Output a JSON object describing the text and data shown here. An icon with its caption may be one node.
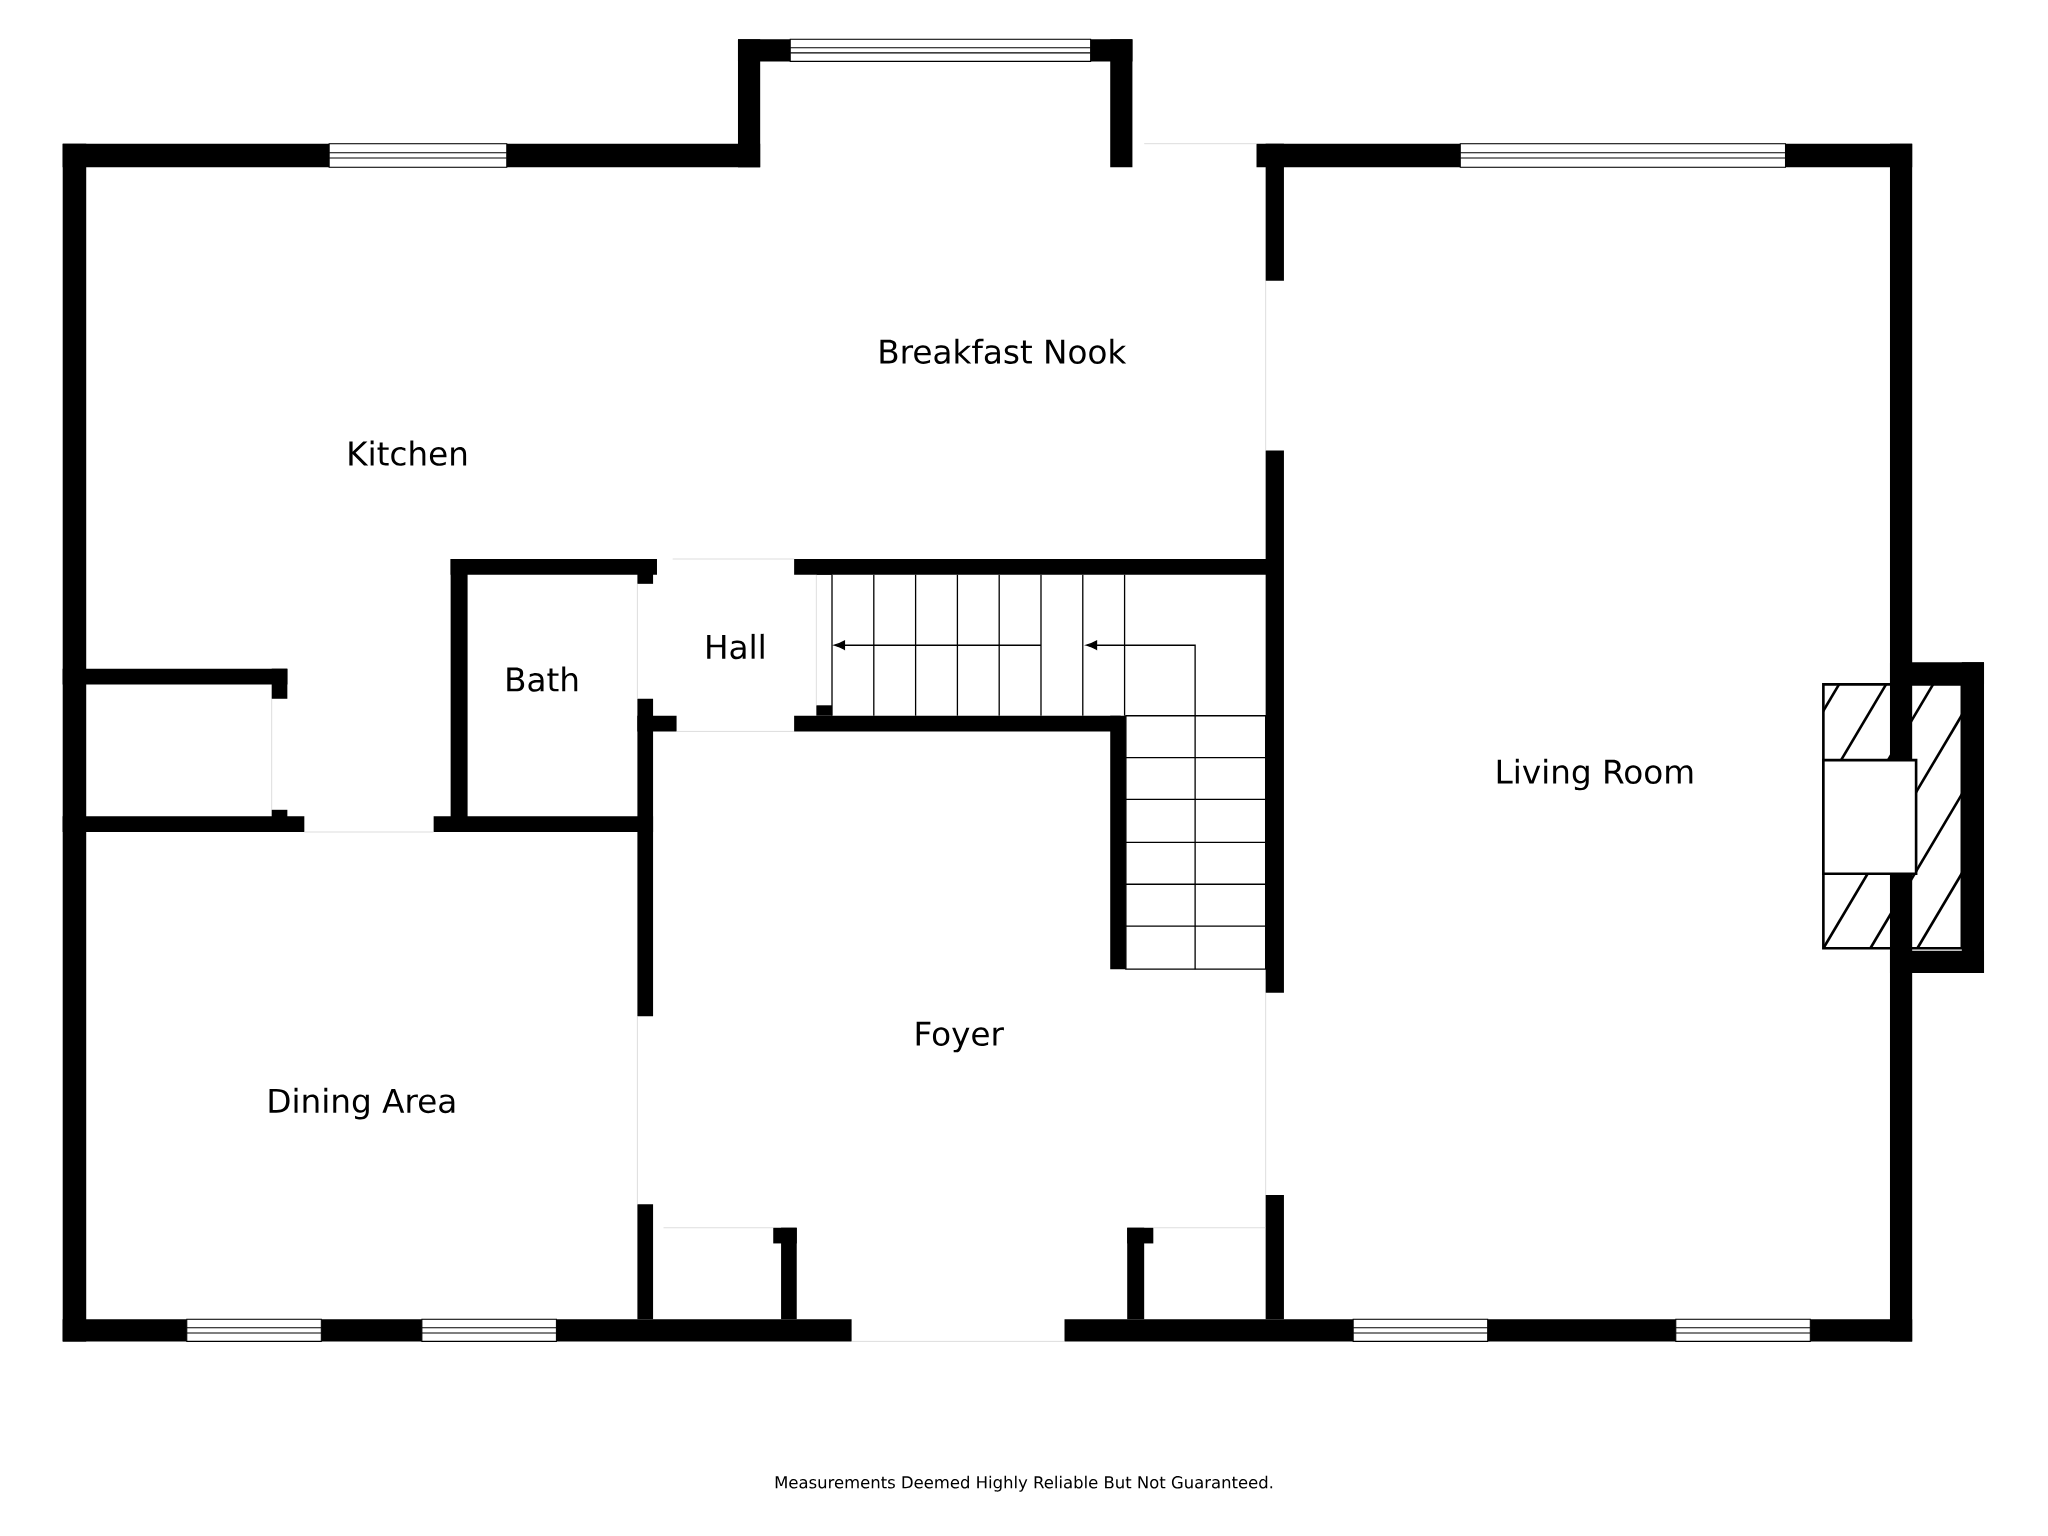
{
  "diagram": {
    "labels": [
      "Breakfast Nook",
      "Kitchen",
      "Hall",
      "Bath",
      "Living Room",
      "Foyer",
      "Dining Area",
      "Measurements Deemed Highly Reliable But Not Guaranteed."
    ]
  }
}
